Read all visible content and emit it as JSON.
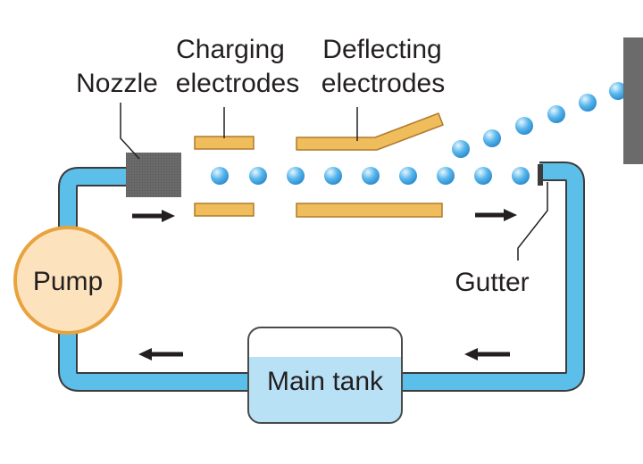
{
  "labels": {
    "nozzle": "Nozzle",
    "charging_line1": "Charging",
    "charging_line2": "electrodes",
    "deflecting_line1": "Deflecting",
    "deflecting_line2": "electrodes",
    "gutter": "Gutter",
    "pump": "Pump",
    "main_tank": "Main tank"
  },
  "colors": {
    "pipe": "#5bbfe9",
    "pipe_outline": "#3b3b3b",
    "electrode": "#f0bd5c",
    "electrode_outline": "#b07a2c",
    "nozzle": "#666666",
    "pump_fill": "#fce3bd",
    "pump_outline": "#e8a33f",
    "tank_liquid": "#b9e1f5",
    "droplet": "#4aa9e3",
    "arrow": "#231f20",
    "paper": "#6b6b6b"
  },
  "icons": {
    "flow_arrow": "flow-arrow-icon",
    "droplet": "ink-droplet-icon"
  }
}
